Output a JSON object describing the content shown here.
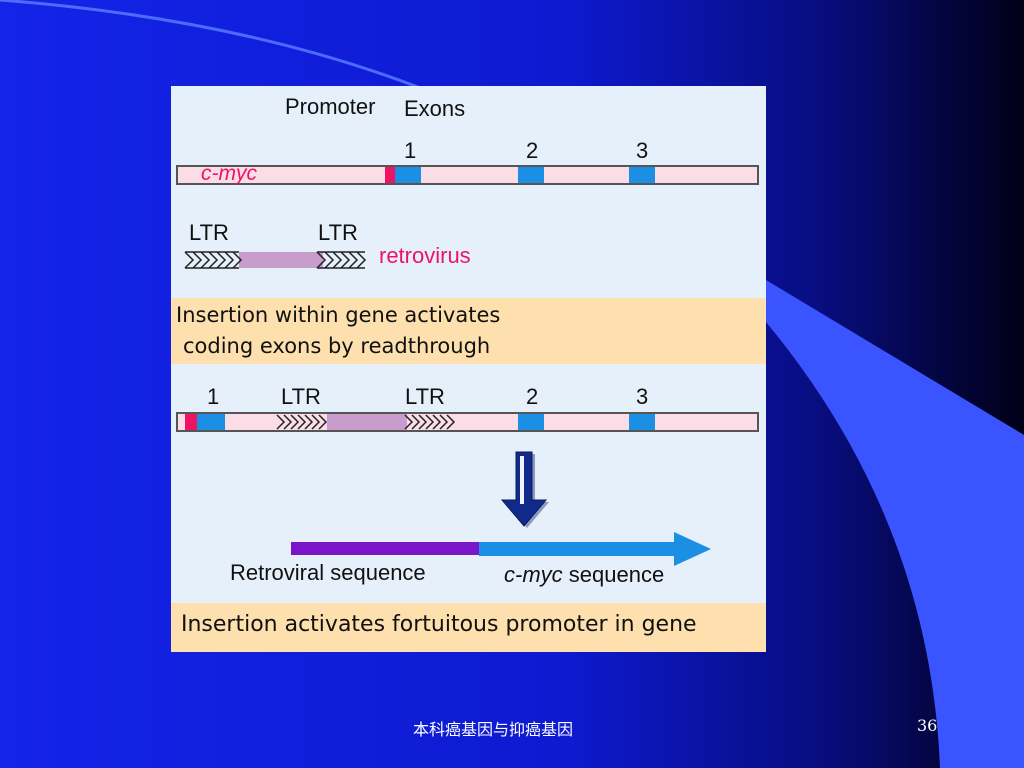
{
  "diagram": {
    "promoter_label": "Promoter",
    "exons_label": "Exons",
    "gene_name": "c-myc",
    "exon_numbers": [
      "1",
      "2",
      "3"
    ],
    "ltr_label": "LTR",
    "retrovirus_label": "retrovirus",
    "readthrough_note": [
      "Insertion within gene activates",
      "coding exons by readthrough"
    ],
    "retroviral_sequence_label": "Retroviral sequence",
    "cmyc_sequence_gene": "c-myc",
    "cmyc_sequence_suffix": " sequence",
    "promoter_note": "Insertion activates fortuitous promoter in gene"
  },
  "footer": {
    "title": "本科癌基因与抑癌基因",
    "page_number": "36"
  },
  "colors": {
    "slide_blue": "#1020d8",
    "exon_blue": "#1a8fe3",
    "promoter_red": "#ee1463",
    "retrovirus_body": "#c89ccb",
    "retroviral_purple": "#7b16c8",
    "note_bg": "#fde0ad",
    "gene_text_red": "#ee1463"
  }
}
